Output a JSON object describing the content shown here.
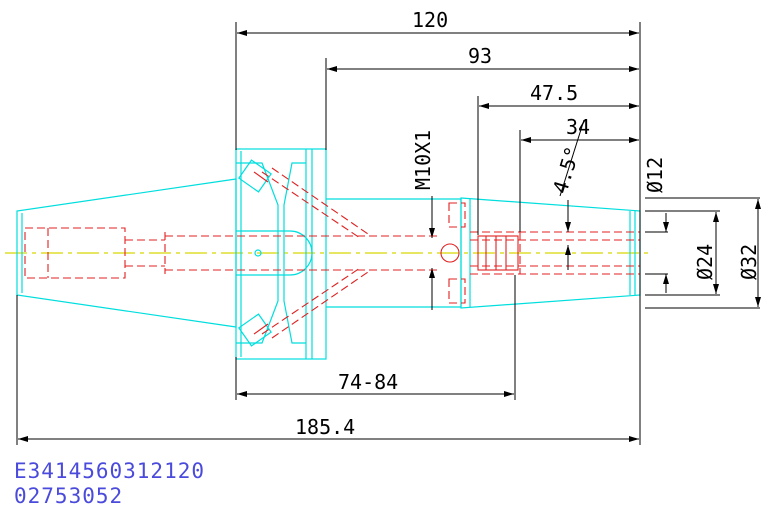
{
  "colors": {
    "dimension": "#000000",
    "outline": "#00dede",
    "hidden": "#e02020",
    "centerline": "#d8d800",
    "code": "#4a4adc"
  },
  "dimensions": {
    "overall_flange": "120",
    "flange_to_end": "93",
    "d1": "47.5",
    "d2": "34",
    "taper_angle": "4.5°",
    "thread": "M10X1",
    "bore": "Ø12",
    "collet_dia": "Ø24",
    "nose_dia": "Ø32",
    "clamp_range": "74-84",
    "total_length": "185.4"
  },
  "codes": {
    "part_number": "E3414560312120",
    "order_number": "02753052"
  }
}
